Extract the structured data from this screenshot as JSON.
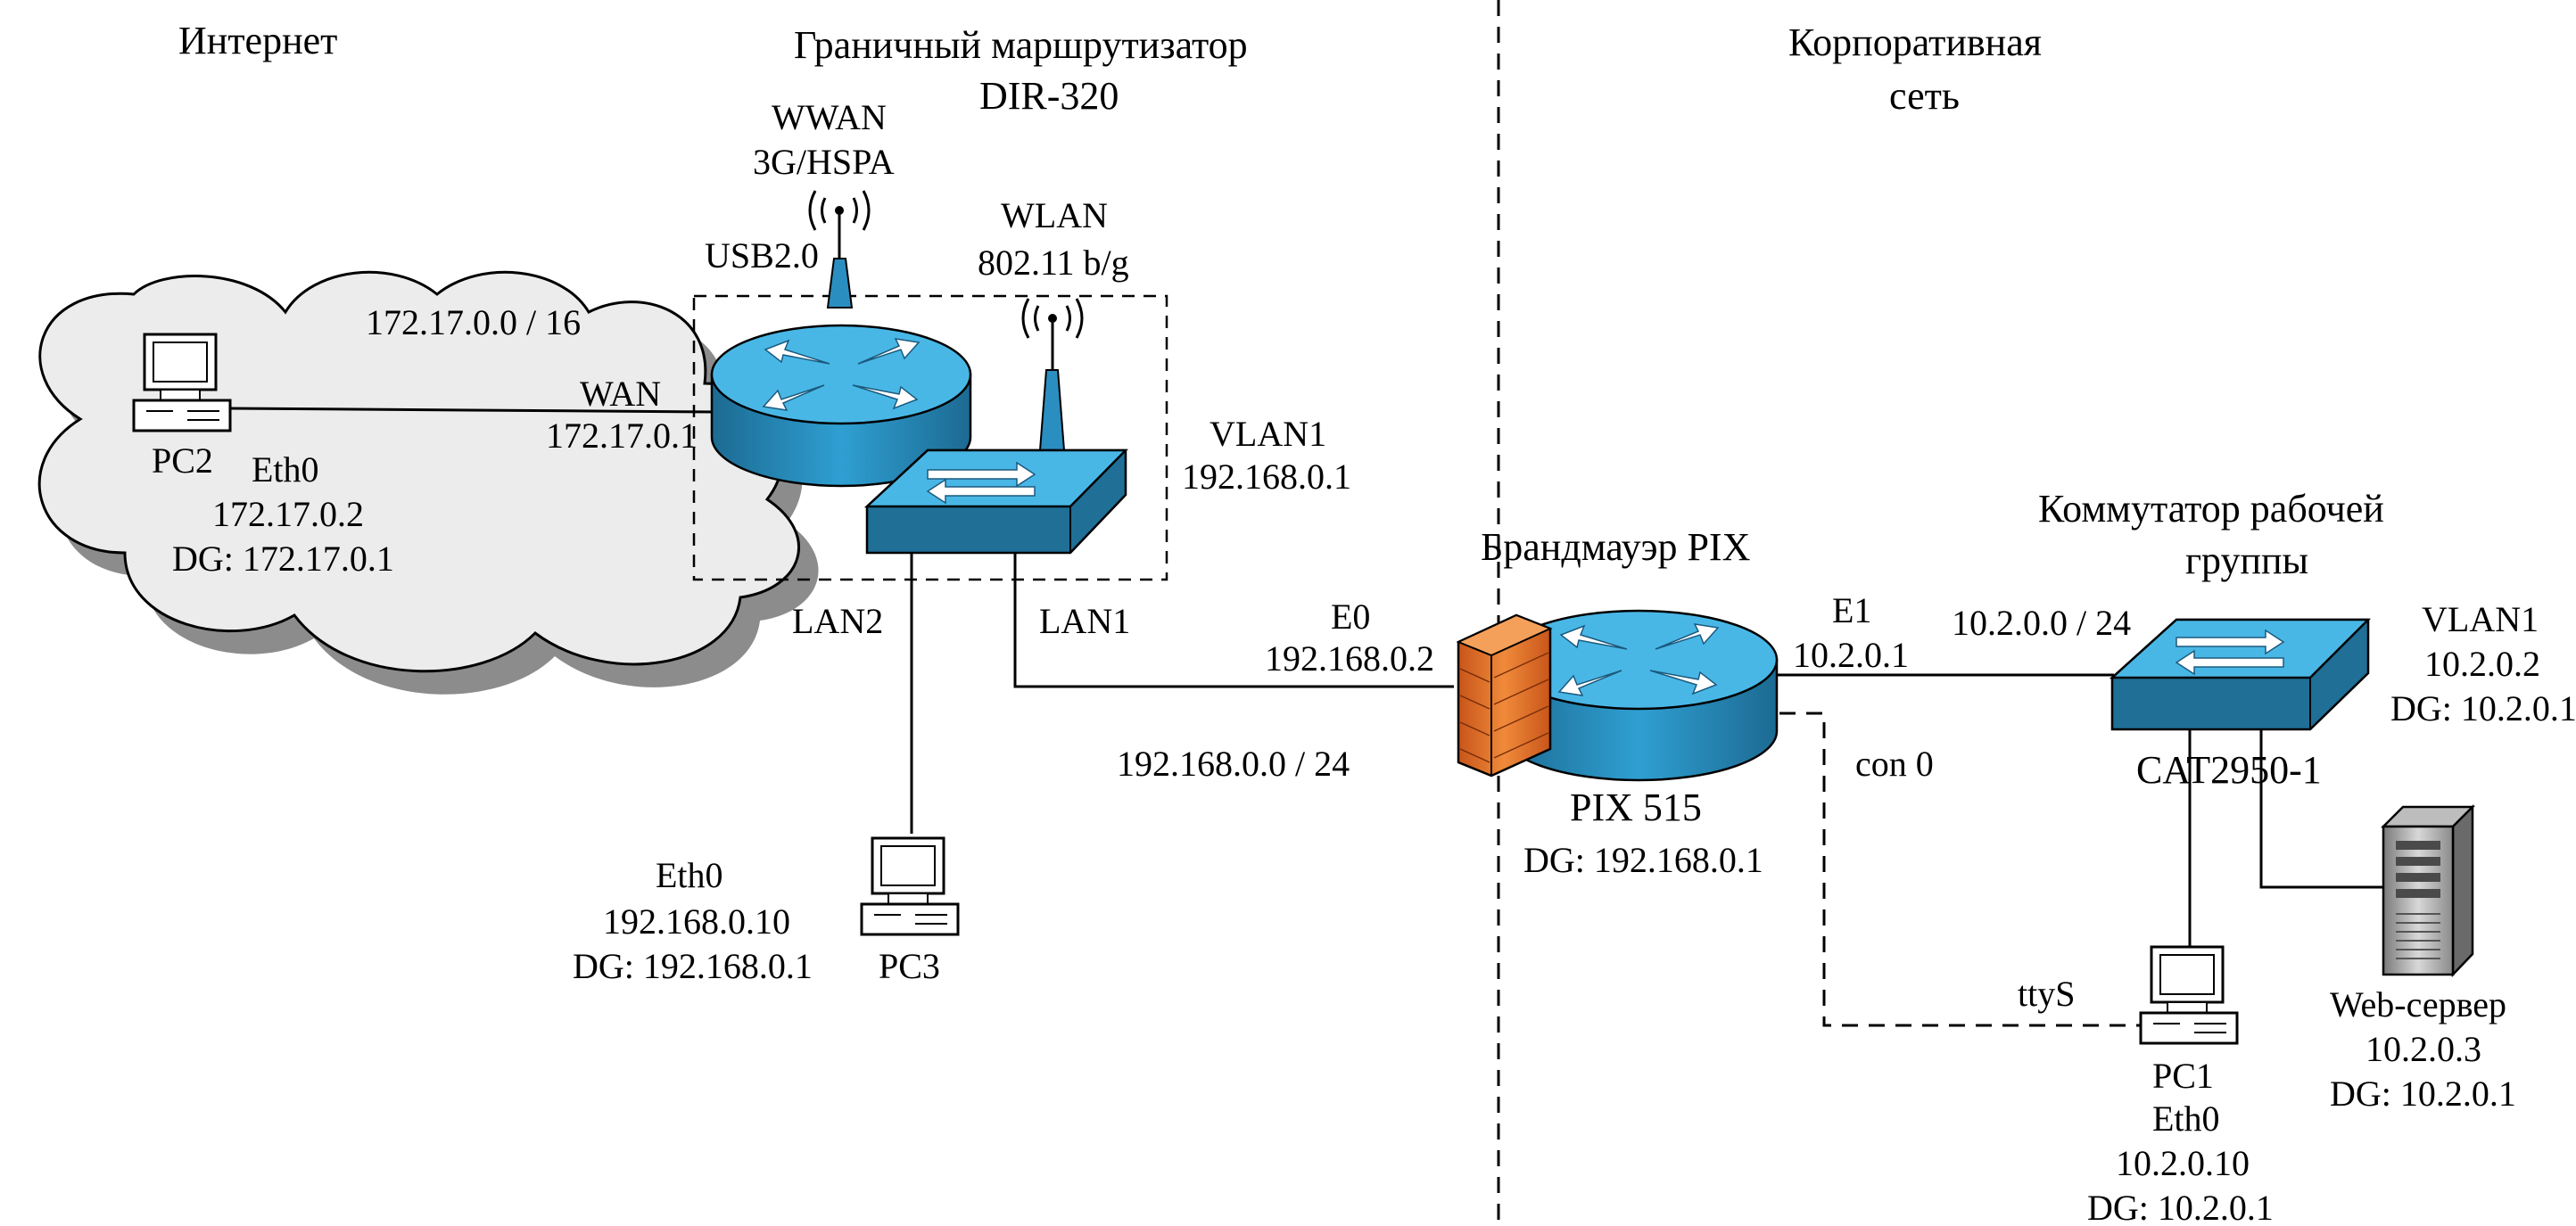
{
  "zones": {
    "internet": "Интернет",
    "edge_router_title_1": "Граничный маршрутизатор",
    "edge_router_title_2": "DIR-320",
    "corporate_1": "Корпоративная",
    "corporate_2": "сеть"
  },
  "edge_router": {
    "wwan_1": "WWAN",
    "wwan_2": "3G/HSPA",
    "usb": "USB2.0",
    "wlan_1": "WLAN",
    "wlan_2": "802.11 b/g",
    "wan_label": "WAN",
    "wan_ip": "172.17.0.1",
    "vlan_label": "VLAN1",
    "vlan_ip": "192.168.0.1",
    "lan2": "LAN2",
    "lan1": "LAN1"
  },
  "internet_net": {
    "subnet": "172.17.0.0 / 16",
    "pc_name": "PC2",
    "eth": "Eth0",
    "ip": "172.17.0.2",
    "dg": "DG: 172.17.0.1"
  },
  "pc3": {
    "eth": "Eth0",
    "ip": "192.168.0.10",
    "dg": "DG: 192.168.0.1",
    "name": "PC3"
  },
  "lan_subnet": "192.168.0.0 / 24",
  "firewall": {
    "title": "Брандмауэр PIX",
    "e0_label": "E0",
    "e0_ip": "192.168.0.2",
    "e1_label": "E1",
    "e1_ip": "10.2.0.1",
    "model": "PIX 515",
    "dg": "DG: 192.168.0.1",
    "console": "con 0"
  },
  "workgroup_switch": {
    "title_1": "Коммутатор рабочей",
    "title_2": "группы",
    "subnet": "10.2.0.0 / 24",
    "vlan_label": "VLAN1",
    "vlan_ip": "10.2.0.2",
    "vlan_dg": "DG: 10.2.0.1",
    "model": "CAT2950-1"
  },
  "pc1": {
    "tty": "ttyS",
    "name": "PC1",
    "eth": "Eth0",
    "ip": "10.2.0.10",
    "dg": "DG: 10.2.0.1"
  },
  "web_server": {
    "name": "Web-сервер",
    "ip": "10.2.0.3",
    "dg": "DG: 10.2.0.1"
  },
  "colors": {
    "device_blue": "#2e9fd0",
    "device_blue_dark": "#1f6f97",
    "device_top": "#49b7e6",
    "cloud_fill": "#ececec",
    "cloud_shadow": "#8c8c8c",
    "firewall_orange": "#e07a2a"
  },
  "icons": [
    "router-icon",
    "switch-icon",
    "firewall-icon",
    "pc-icon",
    "server-icon",
    "antenna-icon",
    "cloud-icon"
  ]
}
